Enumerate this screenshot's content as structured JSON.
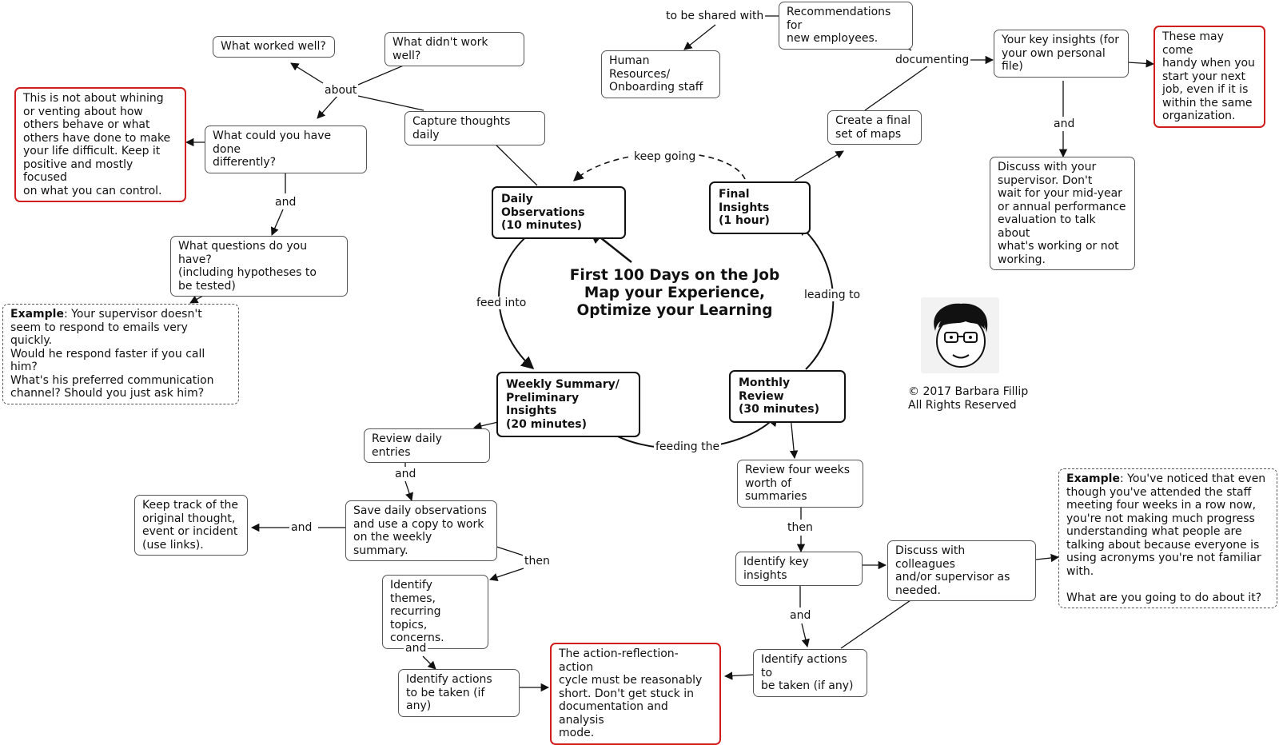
{
  "title_lines": [
    "First 100 Days on the Job",
    "Map your Experience,",
    "Optimize your Learning"
  ],
  "nodes": {
    "daily": "Daily Observations\n(10 minutes)",
    "weekly": "Weekly Summary/\nPreliminary Insights\n(20 minutes)",
    "monthly": "Monthly Review\n(30 minutes)",
    "final": "Final Insights\n(1 hour)",
    "capture": "Capture thoughts daily",
    "worked": "What worked well?",
    "didnt": "What didn't work well?",
    "differently": "What could you have done\ndifferently?",
    "whining": "This is not about whining\nor venting about how\nothers behave or what\nothers have done to make\nyour life difficult.  Keep it\npositive and mostly focused\non what you can control.",
    "questions": "What questions do you have?\n(including hypotheses to\nbe tested)",
    "example1_head": "Example",
    "example1_body": ":  Your supervisor doesn't\nseem to respond to emails very quickly.\nWould he respond faster if you call him?\nWhat's his preferred communication\nchannel?  Should you just ask him?",
    "hr": "Human Resources/\nOnboarding staff",
    "recommend": "Recommendations for\nnew employees.",
    "createmaps": "Create a final\nset of maps",
    "keyinsights": "Your key insights (for\nyour own personal\nfile)",
    "handy": "These may come\nhandy when you\nstart your next\njob, even if it is\nwithin the same\norganization.",
    "discuss_sup": "Discuss with your\nsupervisor.  Don't\nwait for your mid-year\nor annual performance\nevaluation to talk about\nwhat's working or not\nworking.",
    "review_daily": "Review daily entries",
    "save_daily": "Save daily observations\nand use a copy to work\non the weekly summary.",
    "keeptrack": "Keep track of the\noriginal thought,\nevent or incident\n(use links).",
    "themes": "Identify themes,\nrecurring topics,\nconcerns.",
    "actions_left": "Identify actions\nto be taken (if any)",
    "cycle": "The action-reflection-action\ncycle must be reasonably\nshort.  Don't get stuck in\ndocumentation and analysis\nmode.",
    "review_four": "Review four weeks\nworth of summaries",
    "identify_key": "Identify key insights",
    "discuss_coll": "Discuss with colleagues\nand/or supervisor as\nneeded.",
    "actions_right": "Identify actions to\nbe taken (if any)",
    "example2_head": "Example",
    "example2_body": ":  You've noticed that even\nthough you've attended the staff\nmeeting four weeks in a row now,\nyou're not making much progress\nunderstanding what people are\ntalking about because everyone is\nusing acronyms you're not familiar\nwith.\n\nWhat are you going to do about it?"
  },
  "link_labels": {
    "keep_going": "keep going",
    "about": "about",
    "and_differently": "and",
    "feed_into": "feed into",
    "leading_to": "leading to",
    "feeding_the": "feeding the",
    "shared_with": "to be shared with",
    "documenting": "documenting",
    "and_insights": "and",
    "and_review": "and",
    "and_save": "and",
    "then_themes": "then",
    "and_themes": "and",
    "then_monthly": "then",
    "and_identify": "and"
  },
  "copyright": "© 2017 Barbara Fillip\nAll Rights Reserved",
  "colors": {
    "emphasis_border": "#d01e1e",
    "link": "#111111",
    "node_border": "#555555"
  }
}
